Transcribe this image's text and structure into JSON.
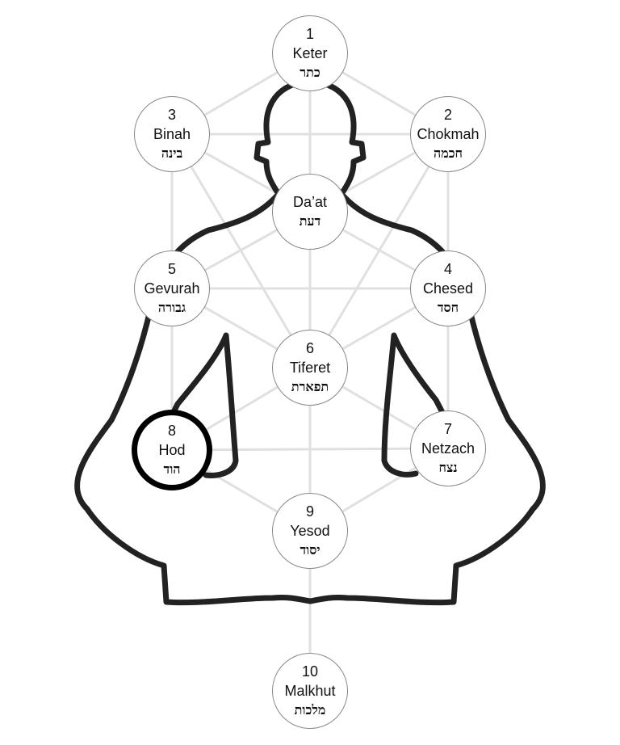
{
  "sefirot": [
    {
      "id": "keter",
      "number": "1",
      "name": "Keter",
      "hebrew": "כתר"
    },
    {
      "id": "chokmah",
      "number": "2",
      "name": "Chokmah",
      "hebrew": "חכמה"
    },
    {
      "id": "binah",
      "number": "3",
      "name": "Binah",
      "hebrew": "בינה"
    },
    {
      "id": "daat",
      "number": "",
      "name": "Da’at",
      "hebrew": "דעת"
    },
    {
      "id": "chesed",
      "number": "4",
      "name": "Chesed",
      "hebrew": "חסד"
    },
    {
      "id": "gevurah",
      "number": "5",
      "name": "Gevurah",
      "hebrew": "גבורה"
    },
    {
      "id": "tiferet",
      "number": "6",
      "name": "Tiferet",
      "hebrew": "תפארת"
    },
    {
      "id": "netzach",
      "number": "7",
      "name": "Netzach",
      "hebrew": "נצח"
    },
    {
      "id": "hod",
      "number": "8",
      "name": "Hod",
      "hebrew": "הוד",
      "highlighted": true
    },
    {
      "id": "yesod",
      "number": "9",
      "name": "Yesod",
      "hebrew": "יסוד"
    },
    {
      "id": "malkhut",
      "number": "10",
      "name": "Malkhut",
      "hebrew": "מלכות"
    }
  ],
  "connections": [
    [
      "keter",
      "binah"
    ],
    [
      "keter",
      "chokmah"
    ],
    [
      "keter",
      "daat"
    ],
    [
      "binah",
      "chokmah"
    ],
    [
      "binah",
      "gevurah"
    ],
    [
      "chokmah",
      "chesed"
    ],
    [
      "binah",
      "daat"
    ],
    [
      "chokmah",
      "daat"
    ],
    [
      "binah",
      "tiferet"
    ],
    [
      "chokmah",
      "tiferet"
    ],
    [
      "daat",
      "tiferet"
    ],
    [
      "gevurah",
      "chesed"
    ],
    [
      "gevurah",
      "daat"
    ],
    [
      "chesed",
      "daat"
    ],
    [
      "gevurah",
      "tiferet"
    ],
    [
      "chesed",
      "tiferet"
    ],
    [
      "gevurah",
      "hod"
    ],
    [
      "chesed",
      "netzach"
    ],
    [
      "hod",
      "netzach"
    ],
    [
      "hod",
      "tiferet"
    ],
    [
      "netzach",
      "tiferet"
    ],
    [
      "hod",
      "yesod"
    ],
    [
      "netzach",
      "yesod"
    ],
    [
      "tiferet",
      "yesod"
    ],
    [
      "yesod",
      "malkhut"
    ]
  ],
  "colors": {
    "lines": "#e0e0e0",
    "outline": "#222222",
    "highlight": "#000000"
  }
}
